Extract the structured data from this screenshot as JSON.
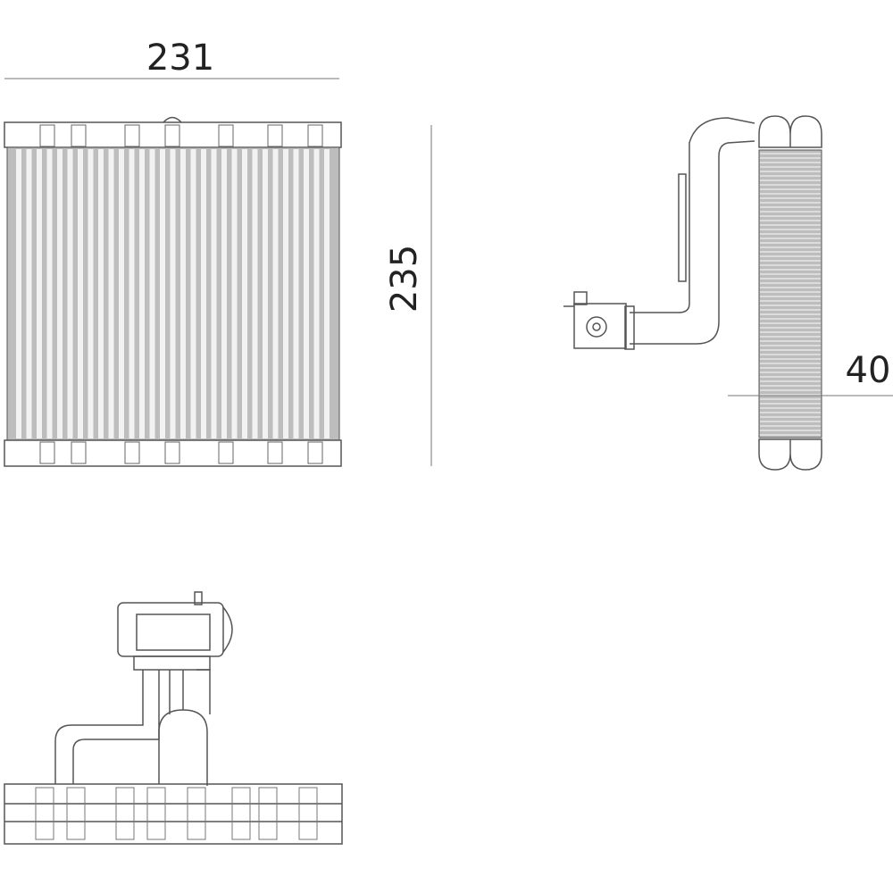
{
  "dimensions": {
    "width": "231",
    "height": "235",
    "depth": "40"
  },
  "colors": {
    "line": "#555555",
    "fin": "#9a9a9a",
    "text": "#222222"
  }
}
